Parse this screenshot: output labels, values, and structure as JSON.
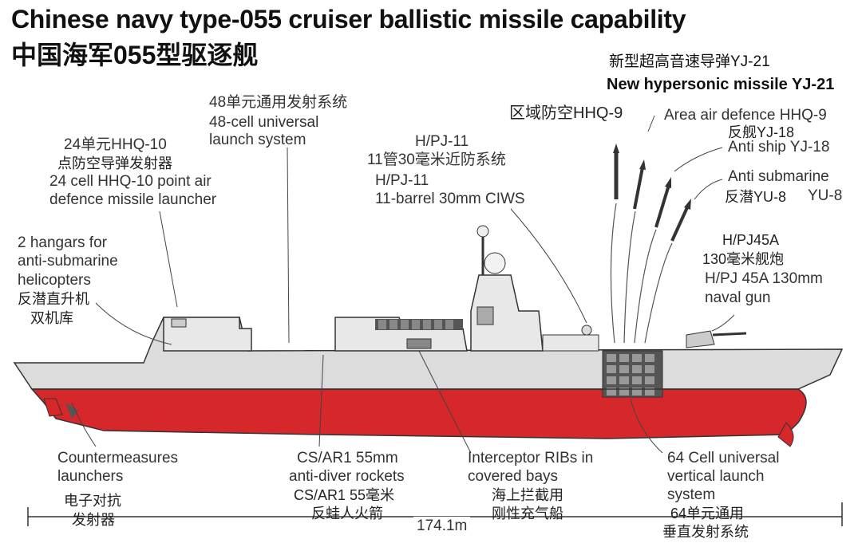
{
  "title": {
    "en": "Chinese navy type-055 cruiser ballistic missile capability",
    "zh": "中国海军055型驱逐舰"
  },
  "labels": {
    "hhq10": {
      "zh": "24单元HHQ-10",
      "zh2": "点防空导弹发射器",
      "en1": "24 cell HHQ-10 point air",
      "en2": "defence missile launcher"
    },
    "vls48": {
      "zh": "48单元通用发射系统",
      "en1": "48-cell universal",
      "en2": "launch system"
    },
    "ciws": {
      "code1": "H/PJ-11",
      "zh": "11管30毫米近防系统",
      "code2": "H/PJ-11",
      "en": "11-barrel 30mm CIWS"
    },
    "hangars": {
      "en1": "2 hangars for",
      "en2": "anti-submarine",
      "en3": "helicopters",
      "zh1": "反潜直升机",
      "zh2": "双机库"
    },
    "yj21": {
      "zh": "新型超高音速导弹YJ-21",
      "en": "New hypersonic missile YJ-21"
    },
    "hhq9": {
      "zh": "区域防空HHQ-9",
      "en": "Area air defence HHQ-9"
    },
    "yj18": {
      "zh": "反舰YJ-18",
      "en": "Anti ship YJ-18"
    },
    "yu8": {
      "en": "Anti submarine",
      "zh": "反潜YU-8",
      "code": "YU-8"
    },
    "gun": {
      "code": "H/PJ45A",
      "zh": "130毫米舰炮",
      "en1": "H/PJ 45A 130mm",
      "en2": "naval gun"
    },
    "countermeasures": {
      "en1": "Countermeasures",
      "en2": "launchers",
      "zh1": "电子对抗",
      "zh2": "发射器"
    },
    "rockets": {
      "en1": "CS/AR1 55mm",
      "en2": "anti-diver rockets",
      "zh1": "CS/AR1 55毫米",
      "zh2": "反蛙人火箭"
    },
    "ribs": {
      "en1": "Interceptor RIBs in",
      "en2": "covered bays",
      "zh1": "海上拦截用",
      "zh2": "刚性充气船"
    },
    "vls64": {
      "en1": "64 Cell universal",
      "en2": "vertical launch",
      "en3": "system",
      "zh1": "64单元通用",
      "zh2": "垂直发射系统"
    },
    "length": "174.1m"
  },
  "colors": {
    "hull_red": "#d6282b",
    "hull_grey": "#dcdcdc",
    "superstructure": "#e8e8e8",
    "line": "#333333"
  }
}
